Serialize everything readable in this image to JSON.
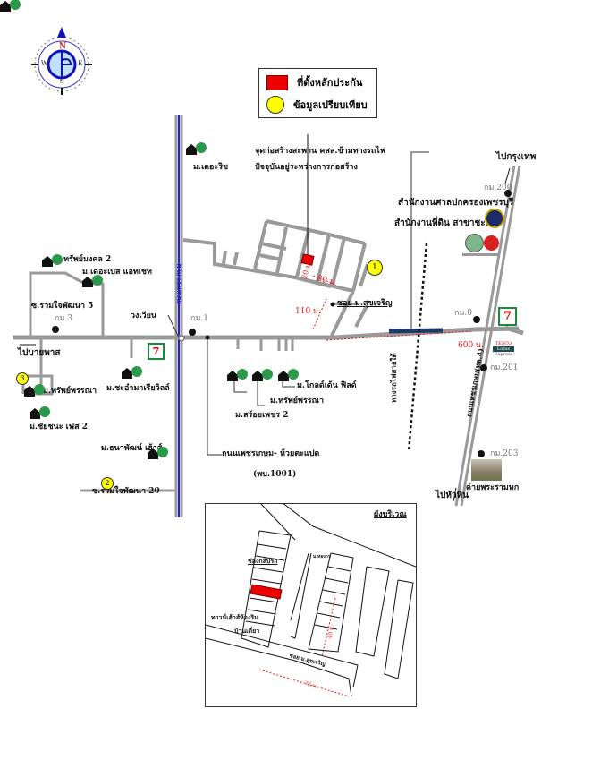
{
  "legend": {
    "collateral_label": "ที่ตั้งหลักประกัน",
    "comparison_label": "ข้อมูลเปรียบเทียบ"
  },
  "compass": {
    "n": "N",
    "s": "S",
    "e": "E",
    "w": "W"
  },
  "colors": {
    "road": "#9a9a9a",
    "highway_center": "#1f1fd0",
    "collateral": "#e00000",
    "comparison": "#ffff00",
    "distance": "#e41b1b",
    "railway_bridge": "#1d3a6b"
  },
  "annotations": {
    "construction_line1": "จุดก่อสร้างสะพาน คสล.ข้ามทางรถไฟ",
    "construction_line2": "ปัจจุบันอยู่ระหว่างการก่อสร้าง",
    "to_bangkok": "ไปกรุงเทพ",
    "to_huahin": "ไปหัวหิน",
    "to_bypass": "ไปบายพาส",
    "provincial_court": "สำนักงานศาลปกครองเพชรบุรี",
    "land_office": "สำนักงานที่ดิน สาขาชะอำ",
    "railway": "ทางรถไฟสายใต้",
    "phetkasem_road": "ถนนเพชรเกษม(ทล.4)",
    "roundabout": "วงเวียน",
    "phetkasem_huaytapet": "ถนนเพชรเกษม- ห้วยตะแปด",
    "road_code": "(พบ.1001)",
    "camp": "ค่ายพระรามหก",
    "soi_sukcharoen": "ซอย ม.สุขเจริญ",
    "side_road_vertical": "ถนนเพชรเกษม"
  },
  "km_markers": [
    "กม.200",
    "กม.0",
    "กม.201",
    "กม.203",
    "กม.1",
    "กม.3"
  ],
  "distances": {
    "d600": "600 ม.",
    "d110": "110 ม.",
    "d80": "80 ม.",
    "d20": "20 ม."
  },
  "villages": [
    "ม.เดอะริช",
    "ม.ทรัพย์มงคล 2",
    "ม.เดอะเบส แอทเชท",
    "ซ.รวมใจพัฒนา 5",
    "ม.ทรัพย์พรรณา",
    "ม.ชัยชนะ เฟส 2",
    "ม.ชะอำมาเรียวิลล์",
    "ม.ธนาพัฒน์ เฮ้าส์",
    "ซ.รวมใจพัฒนา 20",
    "ม.โกลด์เด้น ฟิลด์",
    "ม.ทรัพย์พรรณา",
    "ม.สร้อยเพชร 2"
  ],
  "markers": {
    "m1": "1",
    "m2": "2",
    "m3": "3"
  },
  "brands": {
    "seven": "7",
    "eleven": "ELEVEn",
    "lotus_top": "TESCO",
    "lotus_mid": "Lotus",
    "lotus_bot": "Express"
  },
  "inset": {
    "title": "ผังบริเวณ",
    "subject_label": "ช่องกลับรถ",
    "townhouse_label": "ทาวน์เฮ้าส์ห้องริม",
    "detached_label": "บ้านเดี่ยว",
    "soi_label": "ซอย ม.สุขเจริญ",
    "village_tag": "ม.ทองกร",
    "dist_40": "40 ม.",
    "dist_75": "75 ม."
  }
}
